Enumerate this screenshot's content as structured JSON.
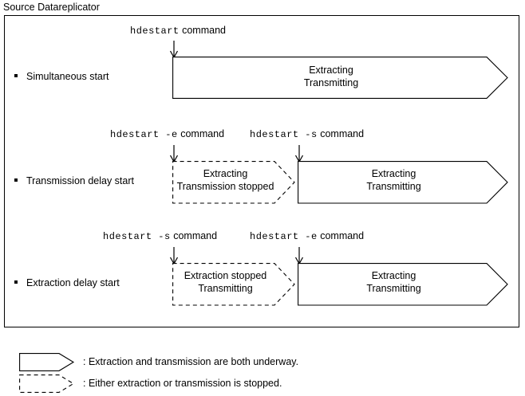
{
  "diagram": {
    "caption": "Source Datareplicator",
    "rows": [
      {
        "id": "simultaneous",
        "label": "Simultaneous start",
        "commands": [
          {
            "cmd": "hdestart",
            "word": "command"
          }
        ],
        "blocks": [
          {
            "style": "solid",
            "line1": "Extracting",
            "line2": "Transmitting"
          }
        ]
      },
      {
        "id": "transmission-delay",
        "label": "Transmission delay start",
        "commands": [
          {
            "cmd": "hdestart -e",
            "word": "command"
          },
          {
            "cmd": "hdestart -s",
            "word": "command"
          }
        ],
        "blocks": [
          {
            "style": "dashed",
            "line1": "Extracting",
            "line2": "Transmission stopped"
          },
          {
            "style": "solid",
            "line1": "Extracting",
            "line2": "Transmitting"
          }
        ]
      },
      {
        "id": "extraction-delay",
        "label": "Extraction delay start",
        "commands": [
          {
            "cmd": "hdestart -s",
            "word": "command"
          },
          {
            "cmd": "hdestart -e",
            "word": "command"
          }
        ],
        "blocks": [
          {
            "style": "dashed",
            "line1": "Extraction stopped",
            "line2": "Transmitting"
          },
          {
            "style": "solid",
            "line1": "Extracting",
            "line2": "Transmitting"
          }
        ]
      }
    ],
    "legend": [
      {
        "style": "solid",
        "separator": ":",
        "text": "Extraction and transmission are both underway."
      },
      {
        "style": "dashed",
        "separator": ":",
        "text": "Either extraction or transmission is stopped."
      }
    ]
  },
  "colors": {
    "line": "#000000",
    "text": "#000000",
    "background": "#ffffff"
  }
}
